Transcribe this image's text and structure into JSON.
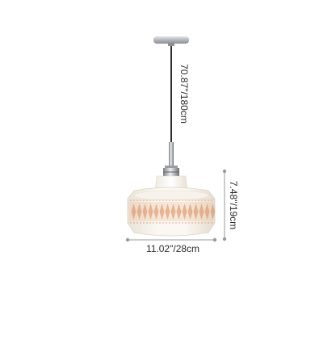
{
  "product_image": {
    "background_color": "#ffffff",
    "accent_color": "#d98a5c",
    "glass_color": "#f3eee6",
    "metal_color": "#b9bcc0",
    "dimension_line_color": "#9a9a9a"
  },
  "dimensions": {
    "cord_length_label": "70.87\"/180cm",
    "height_label": "7.48\"/19cm",
    "width_label": "11.02\"/28cm"
  }
}
